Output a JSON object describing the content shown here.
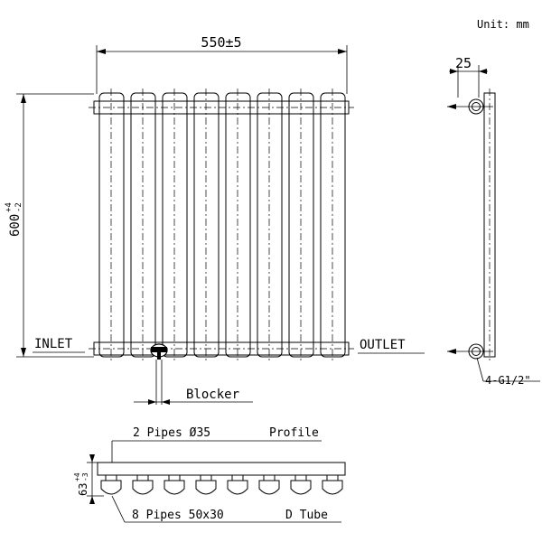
{
  "unit_label": "Unit: mm",
  "front_view": {
    "width_dim": "550±5",
    "height_dim_main": "600",
    "height_tol_plus": "+4",
    "height_tol_minus": "-2",
    "inlet_label": "INLET",
    "outlet_label": "OUTLET",
    "blocker_label": "Blocker",
    "tube_count": 8
  },
  "side_view": {
    "depth_dim": "25",
    "connection_label": "4-G1/2\""
  },
  "profile_view": {
    "header_label": "2 Pipes Ø35",
    "profile_label": "Profile",
    "height_dim_main": "63",
    "height_tol_plus": "+4",
    "height_tol_minus": "-3",
    "tubes_label": "8 Pipes 50x30",
    "tube_type_label": "D Tube"
  }
}
